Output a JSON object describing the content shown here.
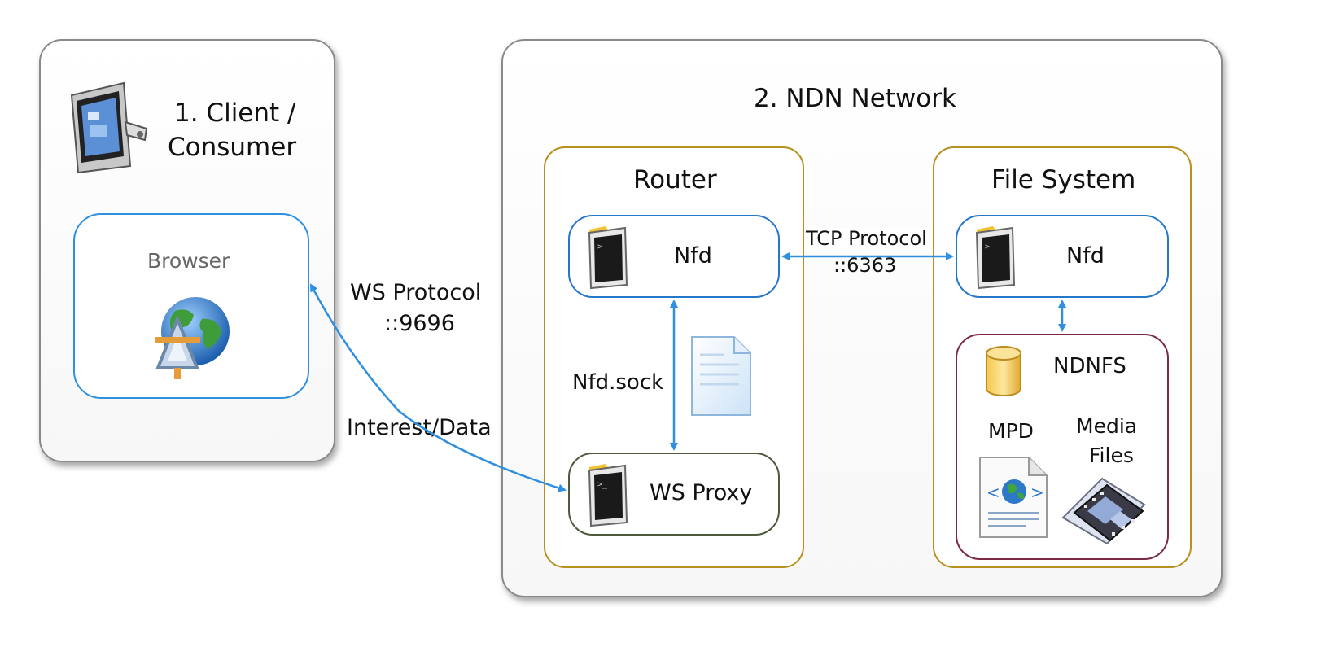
{
  "client": {
    "title_line1": "1. Client /",
    "title_line2": "Consumer",
    "browser_label": "Browser"
  },
  "network": {
    "title": "2. NDN Network",
    "router": {
      "title": "Router",
      "nfd_label": "Nfd",
      "sock_label": "Nfd.sock",
      "proxy_label": "WS Proxy"
    },
    "filesystem": {
      "title": "File System",
      "nfd_label": "Nfd",
      "ndnfs_label": "NDNFS",
      "mpd_label": "MPD",
      "media_line1": "Media",
      "media_line2": "Files"
    }
  },
  "links": {
    "tcp_line1": "TCP Protocol",
    "tcp_line2": "::6363",
    "ws_line1": "WS Protocol",
    "ws_line2": "::9696",
    "interest_data": "Interest/Data"
  },
  "colors": {
    "arrow": "#2f8fe0",
    "blue_box": "#2477c9",
    "gold_box": "#b8901e",
    "maroon_box": "#7a2a45",
    "green_box": "#4f5a3c",
    "panel_border": "#8a8a8a"
  },
  "icons": [
    "computer-icon",
    "globe-compass-icon",
    "terminal-icon",
    "document-icon",
    "database-icon",
    "web-file-icon",
    "film-icon"
  ]
}
